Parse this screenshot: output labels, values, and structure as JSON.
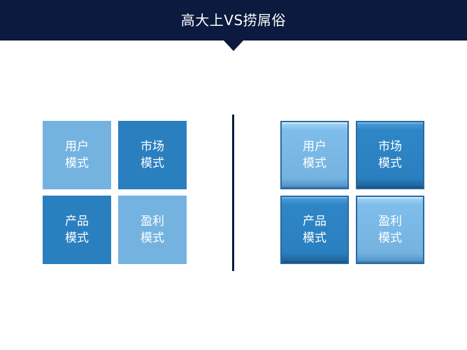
{
  "header": {
    "title": "高大上VS捞屌俗"
  },
  "flat_grid": {
    "tiles": [
      {
        "line1": "用户",
        "line2": "模式"
      },
      {
        "line1": "市场",
        "line2": "模式"
      },
      {
        "line1": "产品",
        "line2": "模式"
      },
      {
        "line1": "盈利",
        "line2": "模式"
      }
    ]
  },
  "beveled_grid": {
    "tiles": [
      {
        "line1": "用户",
        "line2": "模式"
      },
      {
        "line1": "市场",
        "line2": "模式"
      },
      {
        "line1": "产品",
        "line2": "模式"
      },
      {
        "line1": "盈利",
        "line2": "模式"
      }
    ]
  },
  "colors": {
    "header": "#0b1a3e",
    "tile_light": "#74b3e0",
    "tile_dark": "#2a7fbf"
  }
}
